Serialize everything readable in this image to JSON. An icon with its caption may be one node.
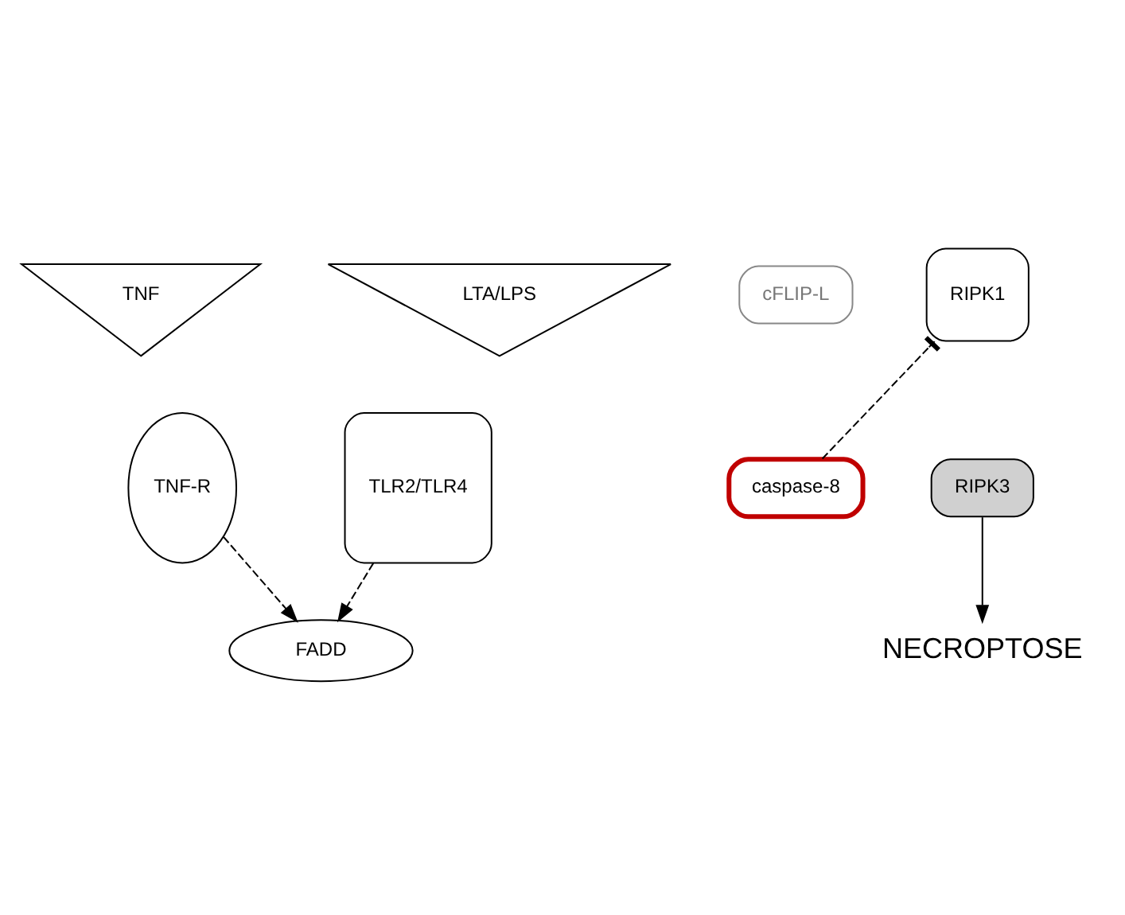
{
  "diagram": {
    "nodes": [
      {
        "text": [
          "TNF"
        ]
      },
      {
        "text": [
          "TNF-R"
        ]
      },
      {
        "text": [
          "LTA/LPS"
        ]
      },
      {
        "text": [
          "TLR2/TLR4"
        ]
      },
      {
        "text": [
          "FADD"
        ]
      },
      {
        "text": [
          "cFLIP-L"
        ]
      },
      {
        "text": [
          "caspase-8"
        ]
      },
      {
        "text": [
          "RIPK1"
        ]
      },
      {
        "text": [
          "RIPK3"
        ]
      },
      {
        "text": [
          "NECROPTOSE"
        ]
      }
    ],
    "edges": [
      {
        "from": 1,
        "to": 4,
        "arrow": "to",
        "style": "dashed"
      },
      {
        "from": 3,
        "to": 4,
        "arrow": "to",
        "style": "dashed"
      },
      {
        "from": 6,
        "to": 7,
        "arrow": "other",
        "style": "dashed"
      },
      {
        "from": 8,
        "to": 9,
        "arrow": "to"
      }
    ]
  }
}
